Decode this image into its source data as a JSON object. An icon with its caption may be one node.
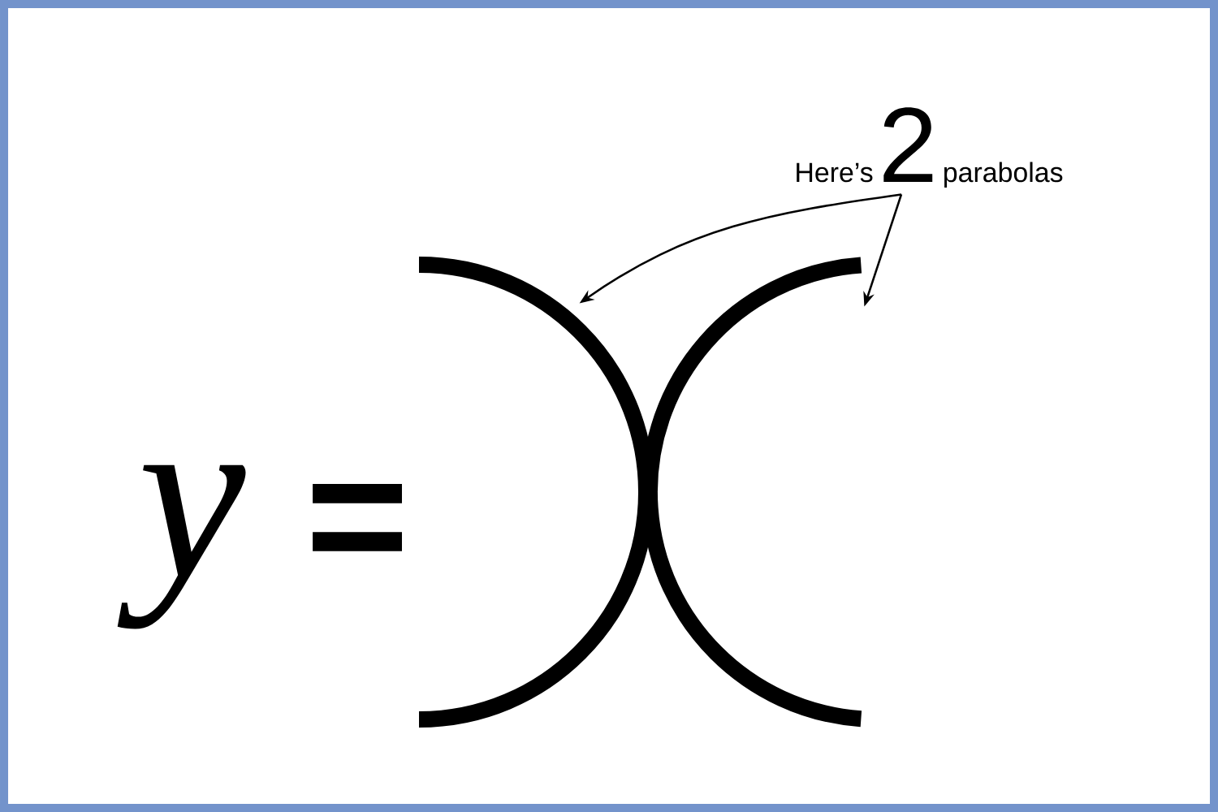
{
  "diagram": {
    "nodes": [
      {
        "text": [
          "Here’s",
          "2",
          "parabolas"
        ]
      },
      {
        "text": [],
        "shape": "curve"
      },
      {
        "text": [],
        "shape": "curve"
      }
    ],
    "edges": [
      {
        "from": 0,
        "to": 1,
        "arrow": "to"
      },
      {
        "from": 0,
        "to": 2,
        "arrow": "to"
      }
    ],
    "labels": [
      "y",
      "="
    ]
  }
}
